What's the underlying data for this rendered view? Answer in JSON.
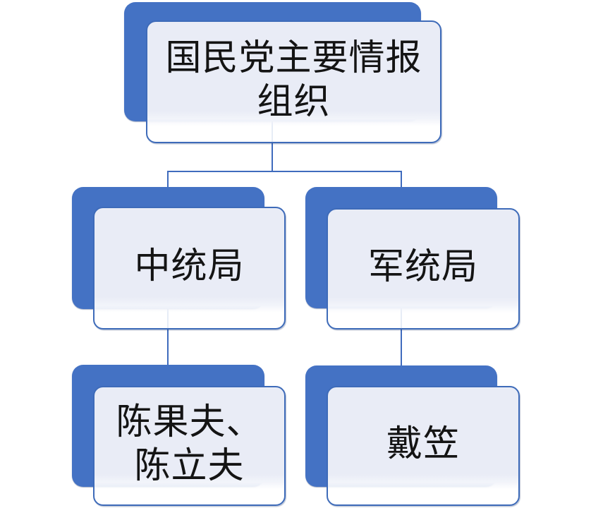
{
  "diagram": {
    "type": "org-chart",
    "nodes": [
      {
        "id": "root",
        "label": "国民党主要情报\n组织"
      },
      {
        "id": "zhongtong",
        "label": "中统局"
      },
      {
        "id": "juntong",
        "label": "军统局"
      },
      {
        "id": "chen",
        "label": "陈果夫、\n陈立夫"
      },
      {
        "id": "daili",
        "label": "戴笠"
      }
    ],
    "edges": [
      {
        "from": "root",
        "to": "zhongtong"
      },
      {
        "from": "root",
        "to": "juntong"
      },
      {
        "from": "zhongtong",
        "to": "chen"
      },
      {
        "from": "juntong",
        "to": "daili"
      }
    ]
  },
  "colors": {
    "accent_blue": "#4472C4",
    "card_fill": "#E9ECF6",
    "card_border": "#3E6BB9",
    "connector": "#3F6BBD",
    "text": "#141414",
    "background": "#FFFFFF"
  }
}
